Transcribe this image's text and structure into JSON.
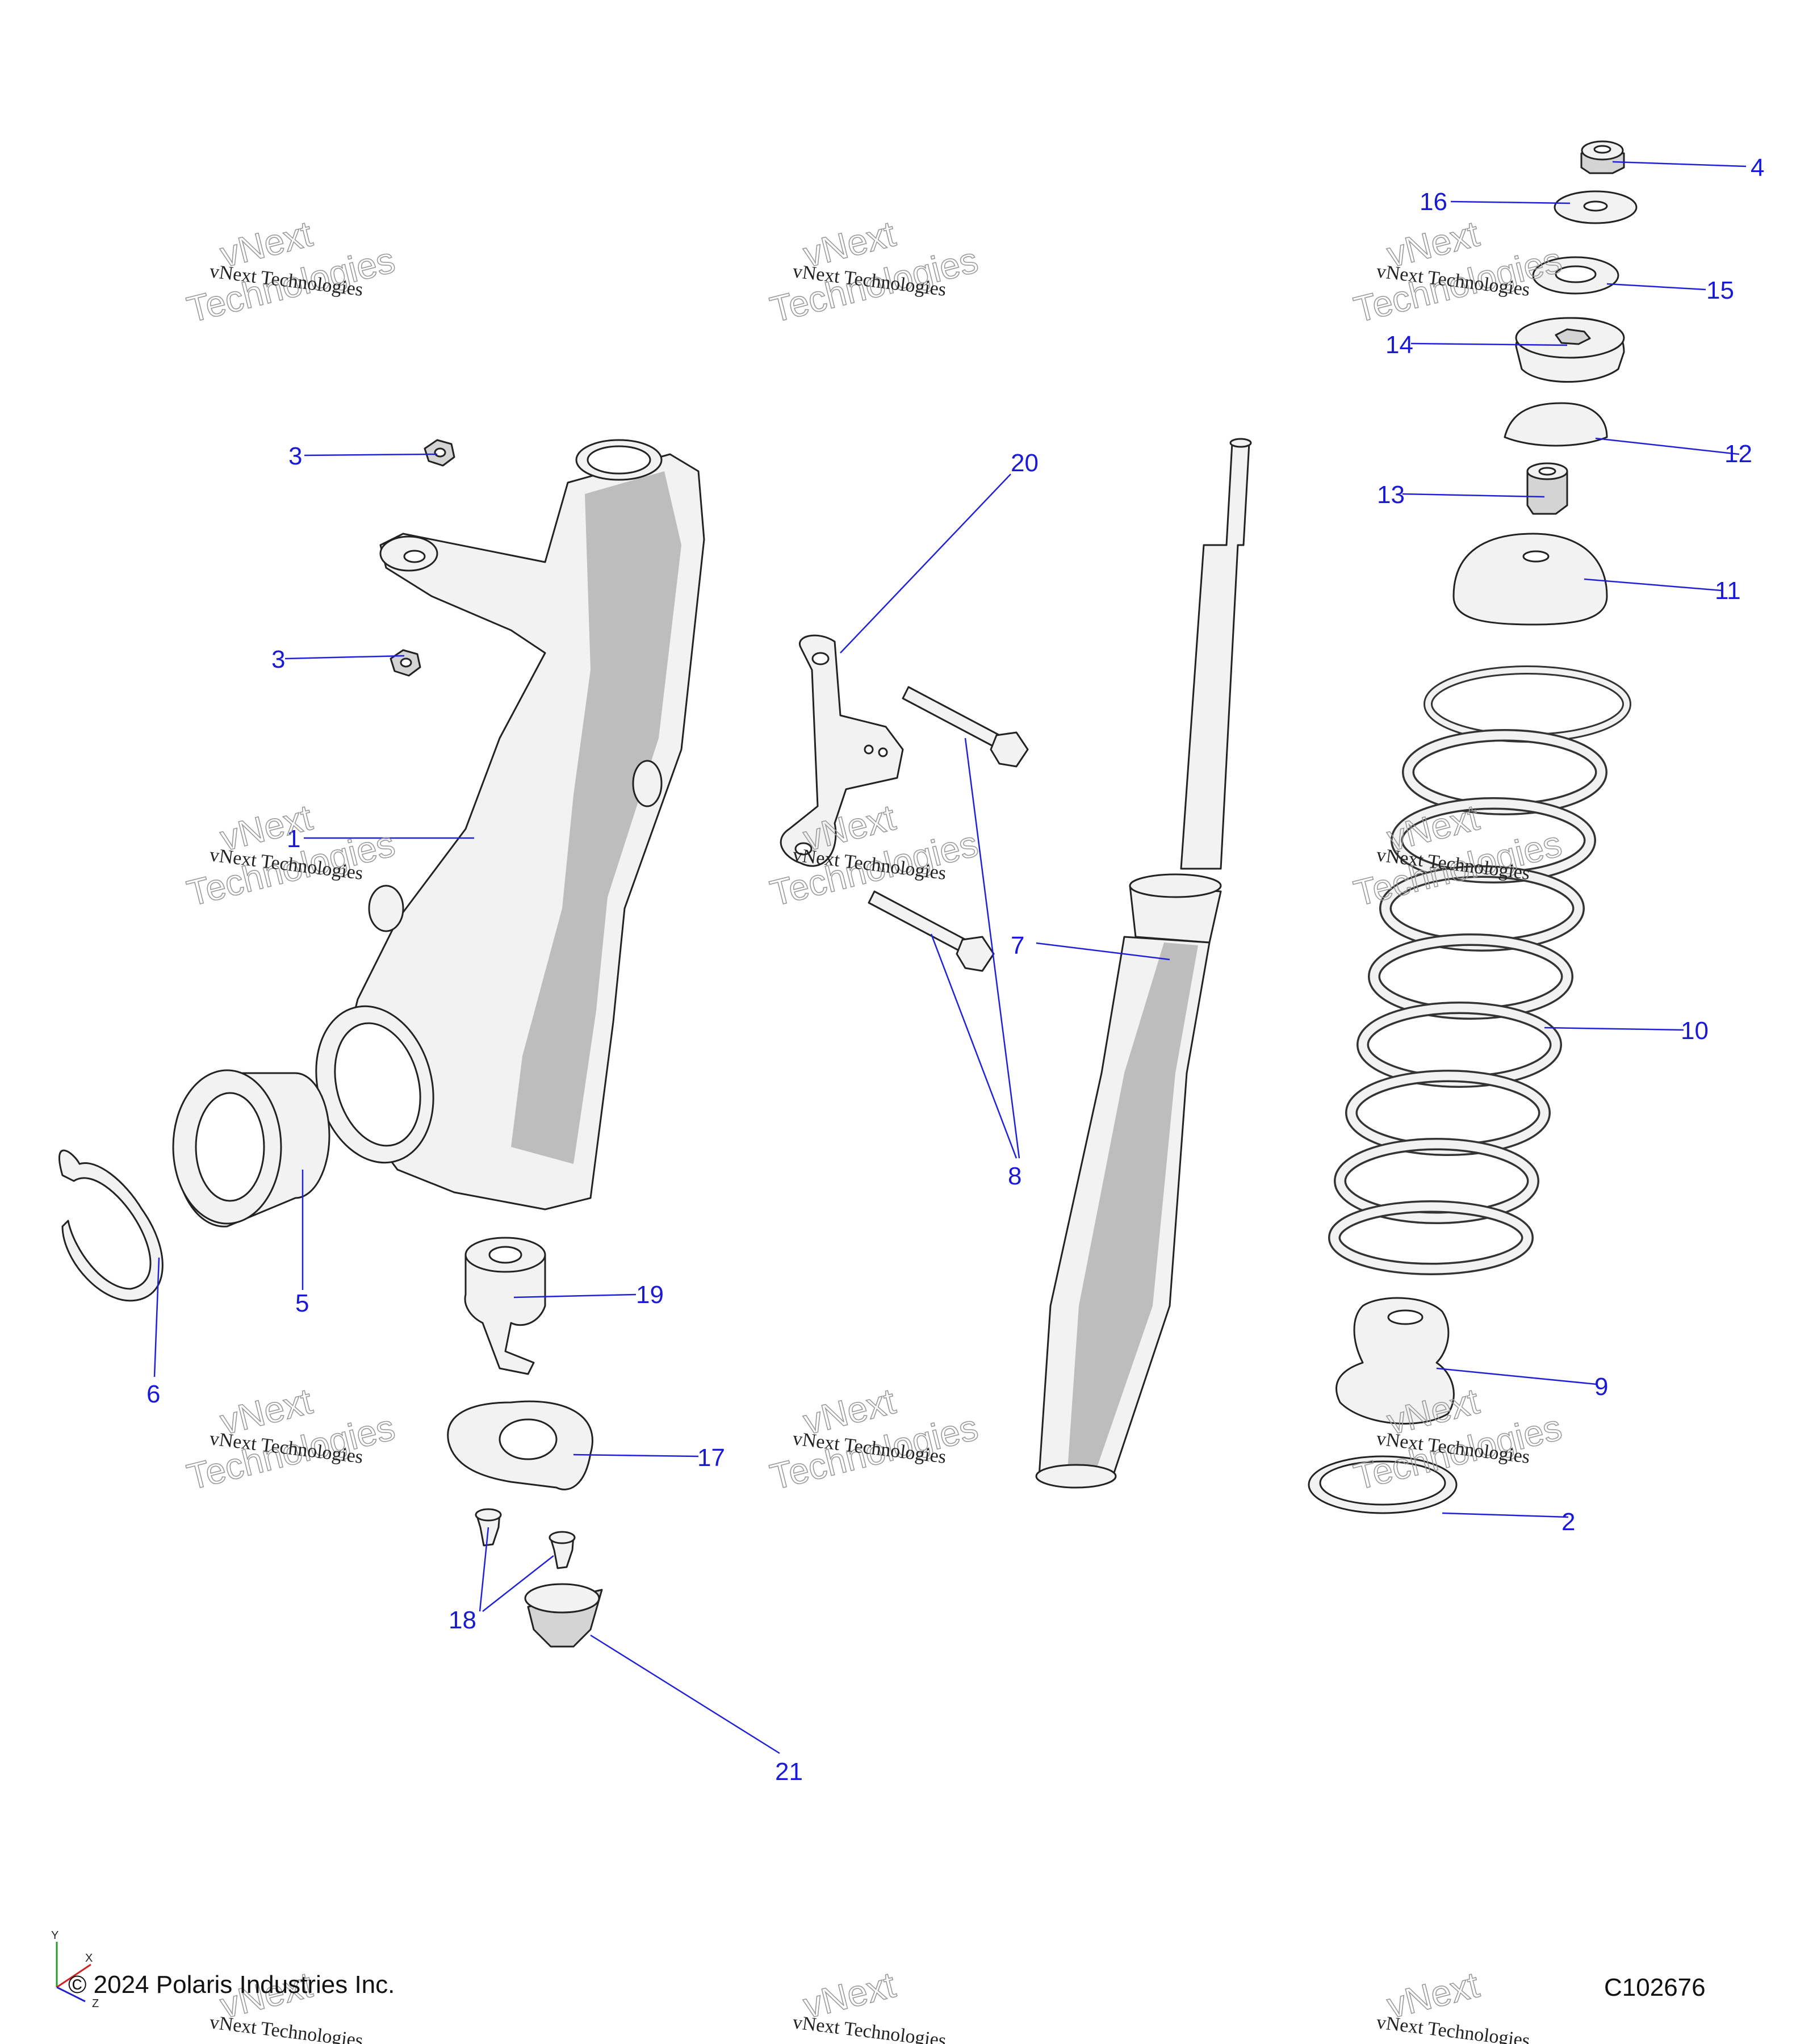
{
  "callouts": [
    {
      "id": "1",
      "label": "1"
    },
    {
      "id": "2",
      "label": "2"
    },
    {
      "id": "3a",
      "label": "3"
    },
    {
      "id": "3b",
      "label": "3"
    },
    {
      "id": "4",
      "label": "4"
    },
    {
      "id": "5",
      "label": "5"
    },
    {
      "id": "6",
      "label": "6"
    },
    {
      "id": "7",
      "label": "7"
    },
    {
      "id": "8",
      "label": "8"
    },
    {
      "id": "9",
      "label": "9"
    },
    {
      "id": "10",
      "label": "10"
    },
    {
      "id": "11",
      "label": "11"
    },
    {
      "id": "12",
      "label": "12"
    },
    {
      "id": "13",
      "label": "13"
    },
    {
      "id": "14",
      "label": "14"
    },
    {
      "id": "15",
      "label": "15"
    },
    {
      "id": "16",
      "label": "16"
    },
    {
      "id": "17",
      "label": "17"
    },
    {
      "id": "18",
      "label": "18"
    },
    {
      "id": "19",
      "label": "19"
    },
    {
      "id": "20",
      "label": "20"
    },
    {
      "id": "21",
      "label": "21"
    }
  ],
  "watermark": {
    "line1": "vNext Technologies",
    "line2a": "vNext",
    "line2b": "Technologies"
  },
  "footer": {
    "copyright": "© 2024 Polaris Industries Inc.",
    "diagram_id": "C102676"
  },
  "axis_labels": {
    "y": "Y",
    "x": "X",
    "z": "Z"
  },
  "colors": {
    "callout": "#1a1ad6",
    "leader": "#2020d8",
    "line": "#222222"
  }
}
